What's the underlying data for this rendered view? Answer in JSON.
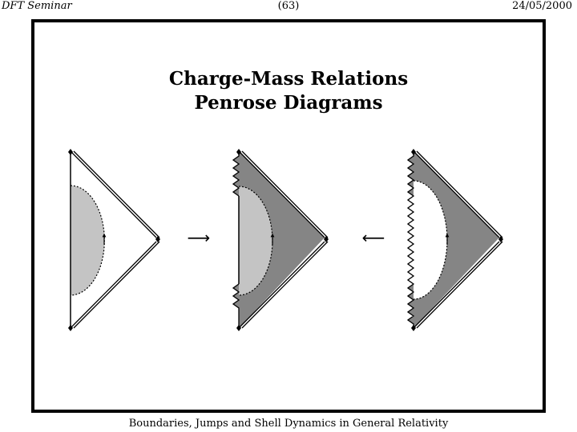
{
  "header": {
    "left": "DFT Seminar",
    "center": "(63)",
    "right": "24/05/2000"
  },
  "title": {
    "line1": "Charge-Mass Relations",
    "line2": "Penrose Diagrams"
  },
  "footer": "Boundaries, Jumps and Shell Dynamics in General Relativity",
  "colors": {
    "light_region": "#c4c4c4",
    "dark_region": "#858585",
    "line": "#000000"
  },
  "arrows": {
    "left": "⟶",
    "right": "⟵"
  }
}
